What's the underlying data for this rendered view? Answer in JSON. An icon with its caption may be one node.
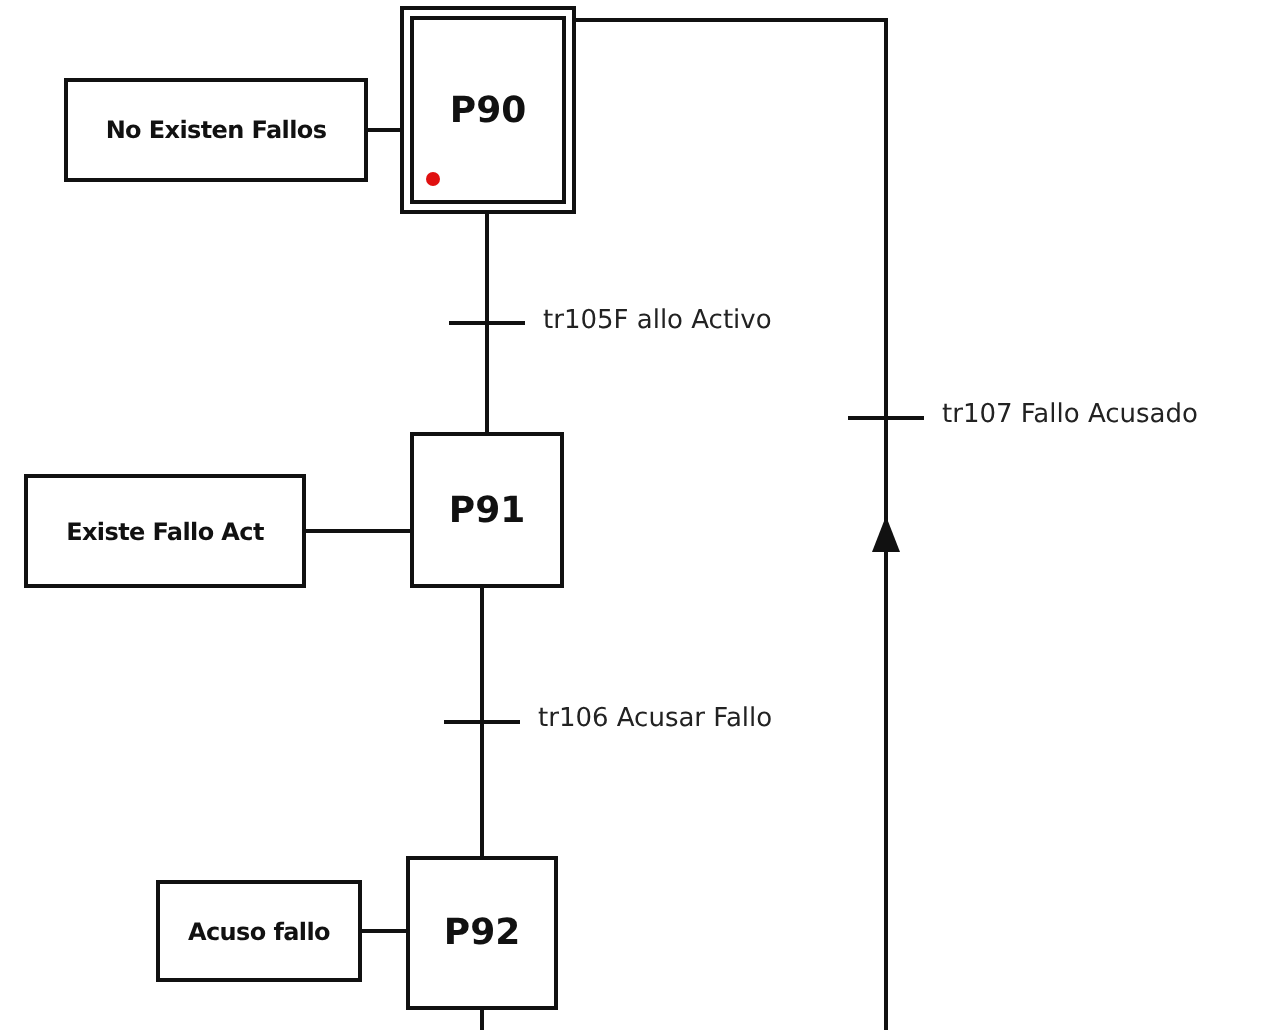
{
  "diagram": {
    "nodes": [
      {
        "text": [
          "P90"
        ]
      },
      {
        "text": [
          "No Existen Fallos"
        ]
      },
      {
        "text": [
          "P91"
        ]
      },
      {
        "text": [
          "Existe Fallo Act"
        ]
      },
      {
        "text": [
          "P92"
        ]
      },
      {
        "text": [
          "Acuso fallo"
        ]
      }
    ],
    "edges": [
      {
        "from": 1,
        "to": 0,
        "arrow": "none"
      },
      {
        "from": 0,
        "to": 2,
        "arrow": "none",
        "label": "tr105F allo Activo"
      },
      {
        "from": 3,
        "to": 2,
        "arrow": "none"
      },
      {
        "from": 2,
        "to": 4,
        "arrow": "none",
        "label": "tr106 Acusar Fallo"
      },
      {
        "from": 5,
        "to": 4,
        "arrow": "none"
      },
      {
        "from": 4,
        "to": 0,
        "arrow": "to",
        "label": "tr107 Fallo Acusado"
      }
    ]
  }
}
